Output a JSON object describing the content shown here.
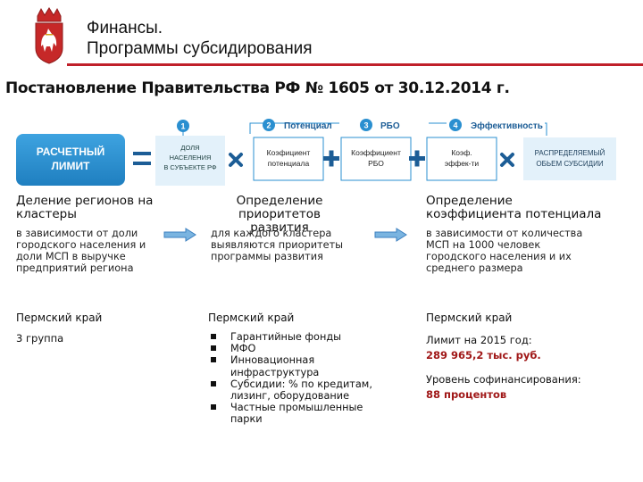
{
  "header": {
    "title_line1": "Финансы.",
    "title_line2": "Программы субсидирования",
    "accent_color": "#c0202a"
  },
  "decree": "Постановление Правительства РФ № 1605 от 30.12.2014 г.",
  "flow": {
    "limit_box": {
      "line1": "РАСЧЕТНЫЙ",
      "line2": "ЛИМИТ"
    },
    "share_box": {
      "line1": "ДОЛЯ",
      "line2": "НАСЕЛЕНИЯ",
      "line3": "В СУБЪЕКТЕ РФ"
    },
    "steps": [
      {
        "num": "1",
        "label": ""
      },
      {
        "num": "2",
        "label": "Потенциал"
      },
      {
        "num": "3",
        "label": "РБО"
      },
      {
        "num": "4",
        "label": "Эффективность"
      }
    ],
    "coef_potential": {
      "line1": "Коэфициент",
      "line2": "потенциала"
    },
    "coef_rbo": {
      "line1": "Коэффициент",
      "line2": "РБО"
    },
    "coef_eff": {
      "line1": "Коэф.",
      "line2": "эффек-ти"
    },
    "result_box": {
      "line1": "РАСПРЕДЕЛЯЕМЫЙ",
      "line2": "ОБЬЕМ СУБСИДИИ"
    },
    "colors": {
      "blue": "#2a8fd0",
      "light_blue": "#d6ecf8",
      "dark_blue": "#1c5d96"
    }
  },
  "columns": [
    {
      "heading_line1": "Деление регионов на",
      "heading_line2": "кластеры",
      "body": [
        "в зависимости от доли",
        "городского населения и",
        "доли МСП в выручке",
        "предприятий региона"
      ]
    },
    {
      "heading_line1": "Определение",
      "heading_line2": "приоритетов развития",
      "body": [
        "для каждого кластера",
        "выявляются приоритеты",
        "программы развития"
      ]
    },
    {
      "heading_line1": "Определение",
      "heading_line2": "коэффициента потенциала",
      "body": [
        "в зависимости от количества",
        "МСП на 1000 человек",
        "городского населения и их",
        "среднего размера"
      ]
    }
  ],
  "perm": {
    "region_label": "Пермский край",
    "group": "3 группа",
    "priorities": [
      [
        "Гарантийные фонды"
      ],
      [
        "МФО"
      ],
      [
        "Инновационная",
        "инфраструктура"
      ],
      [
        "Субсидии: % по кредитам,",
        "лизинг, оборудование"
      ],
      [
        "Частные промышленные",
        "парки"
      ]
    ],
    "limit_label": "Лимит на 2015 год:",
    "limit_value": "289 965,2  тыс. руб.",
    "cofin_label": "Уровень софинансирования:",
    "cofin_value": "88 процентов"
  }
}
